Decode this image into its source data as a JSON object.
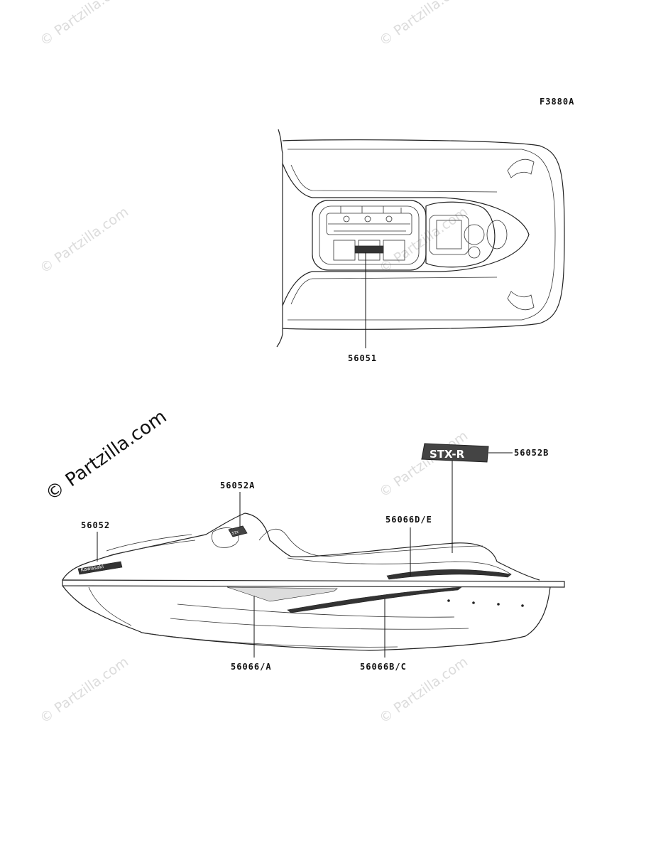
{
  "figure_code": "F3880A",
  "watermark": "© Partzilla.com",
  "callouts": {
    "top_label": "56051",
    "front_label": "56052",
    "hood_label": "56052A",
    "star_label": "56052B",
    "rear_side_label": "56066D/E",
    "lower_label": "56066/A",
    "lower_rear_label": "56066B/C"
  },
  "decals": {
    "brand_text": "Kawasaki",
    "star_text": "STX-R",
    "hood_text": "STX"
  }
}
